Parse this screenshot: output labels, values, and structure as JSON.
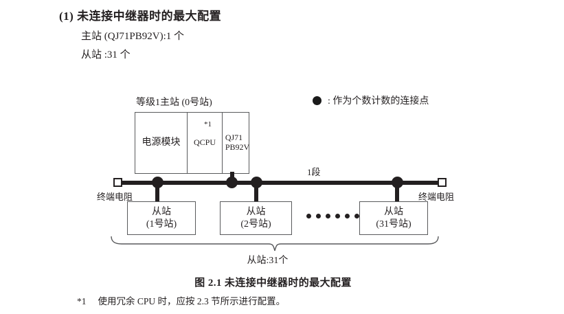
{
  "section": {
    "number": "(1)",
    "title": "(1) 未连接中继器时的最大配置",
    "line1": "主站 (QJ71PB92V):1 个",
    "line2": "从站 :31 个"
  },
  "legend": {
    "symbol": "filled-circle",
    "text": ": 作为个数计数的连接点"
  },
  "diagram": {
    "master": {
      "label": "等级1主站 (0号站)",
      "cells": [
        {
          "text": "电源模块"
        },
        {
          "text": "QCPU",
          "footnote_mark": "*1"
        },
        {
          "line1": "QJ71",
          "line2": "PB92V"
        }
      ]
    },
    "bus": {
      "segment_label": "1段",
      "terminator_left": "终端电阻",
      "terminator_right": "终端电阻"
    },
    "slaves": [
      {
        "title": "从站",
        "station": "(1号站)"
      },
      {
        "title": "从站",
        "station": "(2号站)"
      },
      {
        "title": "从站",
        "station": "(31号站)"
      }
    ],
    "ellipsis_dot_count": 6,
    "brace_label": "从站:31个"
  },
  "caption": "图 2.1  未连接中继器时的最大配置",
  "footnote": {
    "mark": "*1",
    "text": "使用冗余 CPU 时，应按 2.3 节所示进行配置。"
  }
}
